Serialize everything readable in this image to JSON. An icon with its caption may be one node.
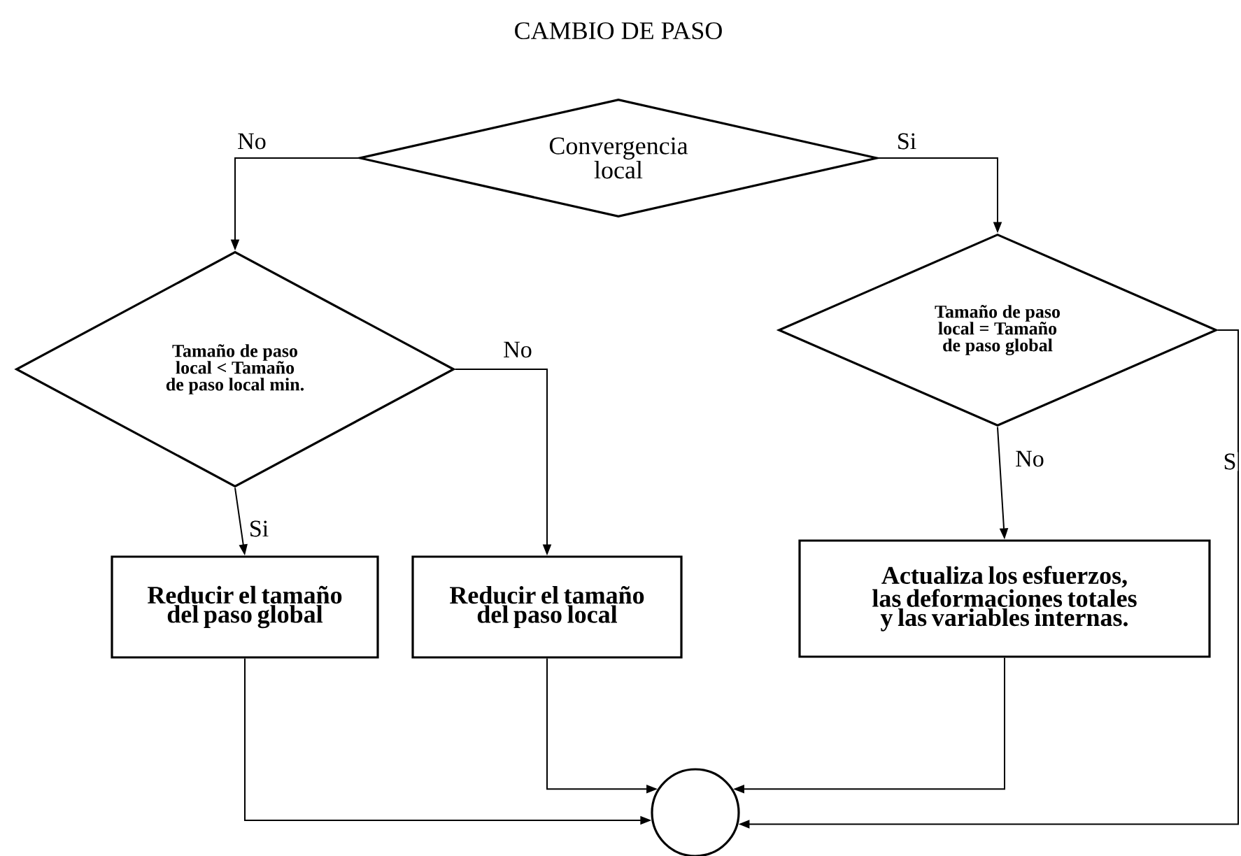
{
  "diagram": {
    "title": "CAMBIO DE PASO",
    "nodes": [
      {
        "text": [
          "Convergencia local"
        ]
      },
      {
        "text": [
          "Tamaño de paso local < Tamaño de paso local min."
        ]
      },
      {
        "text": [
          "Tamaño de paso local = Tamaño de paso global"
        ]
      },
      {
        "text": [
          "Reducir el tamaño del paso global"
        ]
      },
      {
        "text": [
          "Reducir el tamaño del paso local"
        ]
      },
      {
        "text": [
          "Actualiza los esfuerzos, las deformaciones totales y las variables internas."
        ]
      },
      {
        "text": [],
        "shape": "circle"
      }
    ],
    "edges": [
      {
        "from": 0,
        "to": 1,
        "arrow": "to",
        "label": "No"
      },
      {
        "from": 0,
        "to": 2,
        "arrow": "to",
        "label": "Si"
      },
      {
        "from": 1,
        "to": 3,
        "arrow": "to",
        "label": "Si"
      },
      {
        "from": 1,
        "to": 4,
        "arrow": "to",
        "label": "No"
      },
      {
        "from": 2,
        "to": 5,
        "arrow": "to",
        "label": "No"
      },
      {
        "from": 2,
        "to": 6,
        "arrow": "to",
        "label": "S"
      },
      {
        "from": 3,
        "to": 6,
        "arrow": "to"
      },
      {
        "from": 4,
        "to": 6,
        "arrow": "to"
      },
      {
        "from": 5,
        "to": 6,
        "arrow": "to"
      }
    ]
  }
}
